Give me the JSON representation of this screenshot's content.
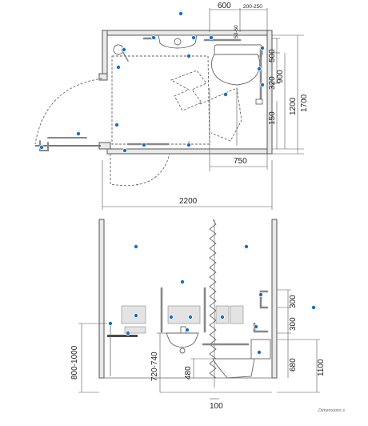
{
  "plan": {
    "dim_600": "600",
    "dim_200_250": "200-250",
    "dim_50_60": "50-60",
    "dim_500": "500",
    "dim_900": "900",
    "dim_320": "320",
    "dim_1700": "1700",
    "dim_1200": "1200",
    "dim_150": "150",
    "dim_750": "750",
    "dim_2200": "2200"
  },
  "elevation": {
    "dim_300_top": "300",
    "dim_300_bottom": "300",
    "dim_800_1000": "800-1000",
    "dim_720_740": "720-740",
    "dim_480": "480",
    "dim_680": "680",
    "dim_1100": "1100",
    "dim_100": "100"
  },
  "caption": "Dimensions s",
  "colors": {
    "marker": "#1b6fc2",
    "wall": "#e9e9e9",
    "line": "#555555"
  }
}
